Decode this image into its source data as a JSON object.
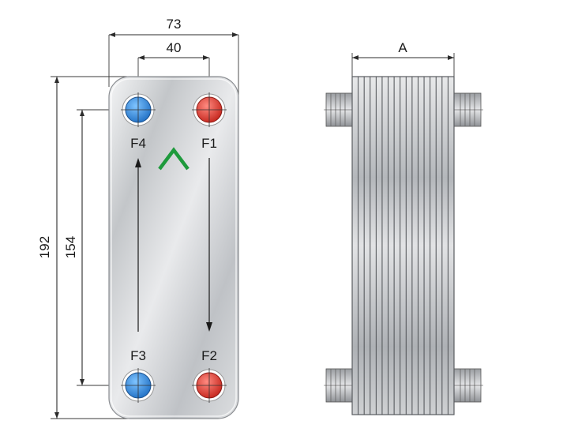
{
  "dimensions": {
    "total_width": "73",
    "port_spacing_horizontal": "40",
    "total_height": "192",
    "port_spacing_vertical": "154",
    "pack_length": "A"
  },
  "ports": [
    {
      "label": "F4",
      "side": "cold",
      "color": "#2f86d6"
    },
    {
      "label": "F1",
      "side": "hot",
      "color": "#d83a2e"
    },
    {
      "label": "F3",
      "side": "cold",
      "color": "#2f86d6"
    },
    {
      "label": "F2",
      "side": "hot",
      "color": "#d83a2e"
    }
  ],
  "colors": {
    "plate": "#c9cbce",
    "chevron": "#1e9a3c",
    "hot_port": "#d83a2e",
    "cold_port": "#2f86d6"
  },
  "icons": {
    "chevron": "chevron-up-icon",
    "flow_up": "arrow-up-icon",
    "flow_down": "arrow-down-icon"
  }
}
